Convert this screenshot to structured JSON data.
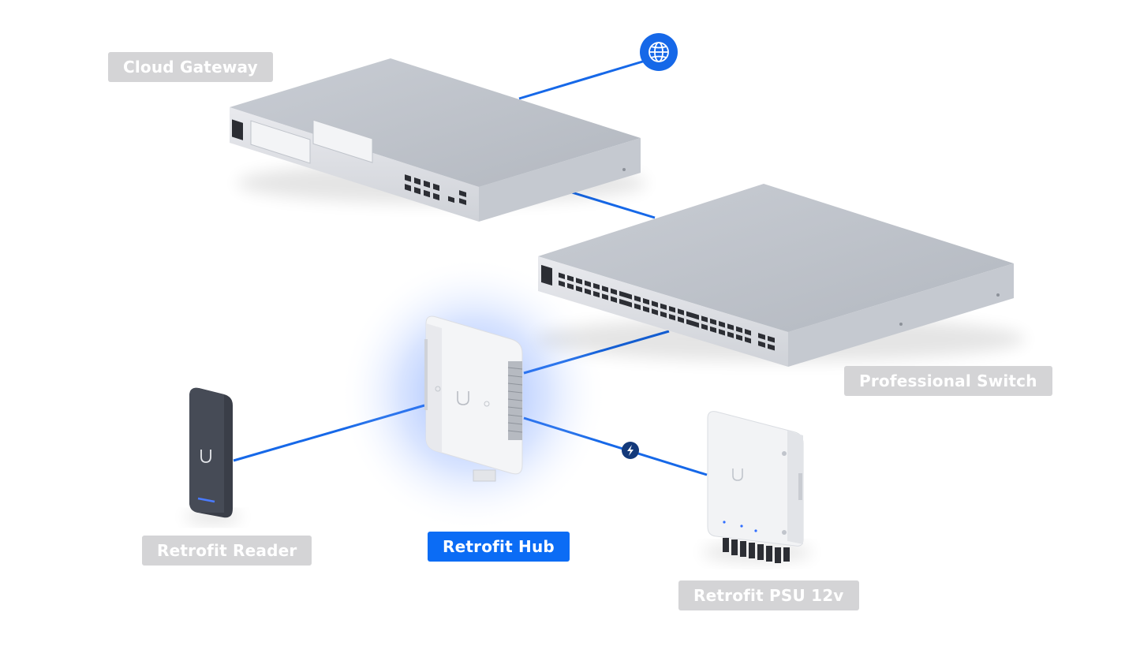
{
  "colors": {
    "accent": "#0b6cf5",
    "label_muted": "#d4d4d6",
    "line": "#1668e8",
    "power_badge": "#13397a"
  },
  "labels": {
    "cloud_gateway": "Cloud Gateway",
    "professional_switch": "Professional Switch",
    "retrofit_hub": "Retrofit Hub",
    "retrofit_reader": "Retrofit Reader",
    "retrofit_psu": "Retrofit PSU 12v"
  },
  "icons": {
    "internet": "globe-icon",
    "power": "lightning-bolt-icon",
    "brand": "ubiquiti-u-logo-icon"
  },
  "active_device": "retrofit_hub"
}
